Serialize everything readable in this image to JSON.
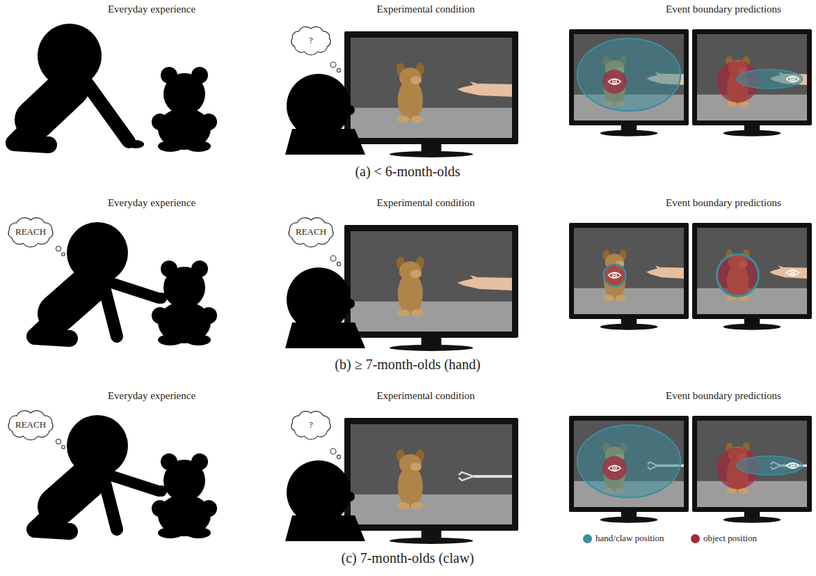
{
  "diagram": {
    "nodes": [
      {
        "text": [
          "?"
        ]
      },
      {
        "text": [
          "REACH"
        ]
      },
      {
        "text": [
          "REACH"
        ]
      },
      {
        "text": [
          "REACH"
        ]
      },
      {
        "text": [
          "?"
        ]
      }
    ],
    "labels": [
      "Everyday experience",
      "Experimental condition",
      "Event boundary predictions",
      "(a) < 6-month-olds",
      "Everyday experience",
      "Experimental condition",
      "Event boundary predictions",
      "(b) ≥ 7-month-olds (hand)",
      "Everyday experience",
      "Experimental condition",
      "Event boundary predictions",
      "(c) 7-month-olds (claw)"
    ],
    "legend": [
      {
        "text": "hand/claw position",
        "color": "#3a8fa0"
      },
      {
        "text": "object position",
        "color": "#a3283c"
      }
    ]
  }
}
